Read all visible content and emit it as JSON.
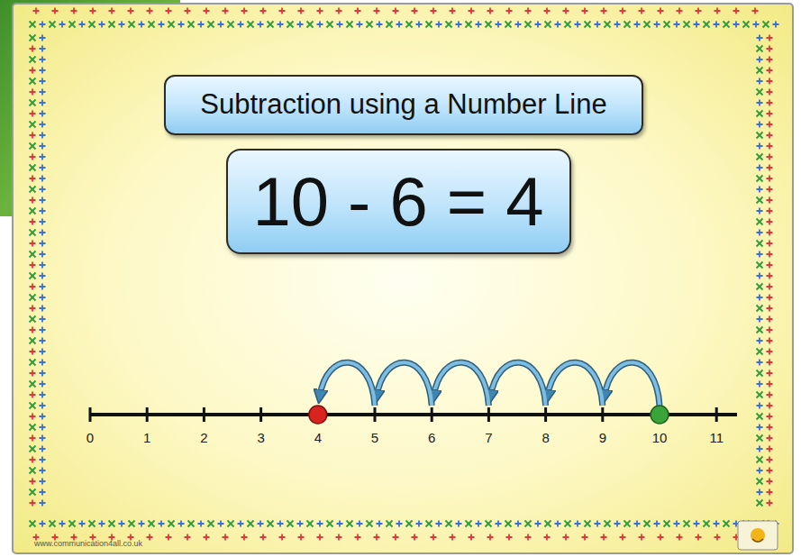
{
  "diagram": {
    "title": "Subtraction using a Number Line",
    "nodes": [
      {
        "text": [
          "10 - 6 = 4"
        ]
      }
    ],
    "labels": [
      "0",
      "1",
      "2",
      "3",
      "4",
      "5",
      "6",
      "7",
      "8",
      "9",
      "10",
      "11",
      "www.communication4all.co.uk"
    ]
  }
}
